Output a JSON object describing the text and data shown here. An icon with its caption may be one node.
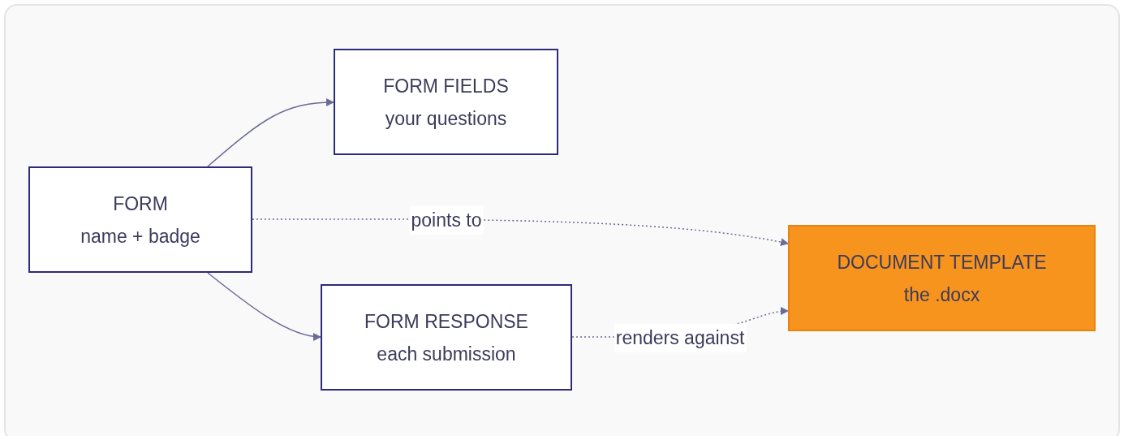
{
  "diagram": {
    "nodes": [
      {
        "text": [
          "FORM",
          "name + badge"
        ]
      },
      {
        "text": [
          "FORM FIELDS",
          "your questions"
        ]
      },
      {
        "text": [
          "FORM RESPONSE",
          "each submission"
        ]
      },
      {
        "text": [
          "DOCUMENT TEMPLATE",
          "the .docx"
        ]
      }
    ],
    "edges": [
      {
        "from": 0,
        "to": 1,
        "arrow": "to"
      },
      {
        "from": 0,
        "to": 3,
        "arrow": "to",
        "style": "dashed",
        "label": "points to"
      },
      {
        "from": 0,
        "to": 2,
        "arrow": "to"
      },
      {
        "from": 2,
        "to": 3,
        "arrow": "to",
        "style": "dashed",
        "label": "renders against"
      }
    ]
  }
}
